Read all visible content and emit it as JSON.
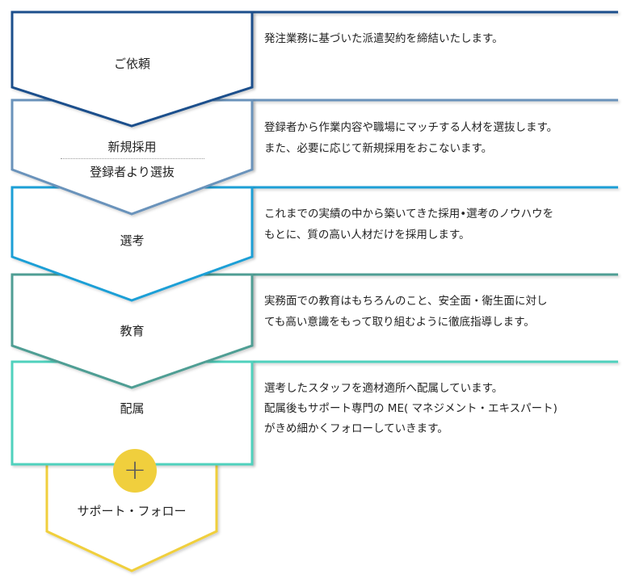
{
  "colors": {
    "step1": "#1a4f8c",
    "step2": "#6a93bb",
    "step3": "#1f9fd6",
    "step4": "#4f9e94",
    "step5": "#4fd1bd",
    "support": "#f0cf3d",
    "plus_icon": "#5a5a5a"
  },
  "steps": [
    {
      "label": "ご依頼",
      "description": [
        "発注業務に基づいた派遣契約を締結いたします。"
      ]
    },
    {
      "label_top": "新規採用",
      "label_bottom": "登録者より選抜",
      "description": [
        "登録者から作業内容や職場にマッチする人材を選抜します。",
        "また、必要に応じて新規採用をおこないます。"
      ]
    },
    {
      "label": "選考",
      "description": [
        "これまでの実績の中から築いてきた採用•選考のノウハウを",
        "もとに、質の高い人材だけを採用します。"
      ]
    },
    {
      "label": "教育",
      "description": [
        "実務面での教育はもちろんのこと、安全面・衛生面に対し",
        "ても高い意識をもって取り組むように徹底指導します。"
      ]
    },
    {
      "label": "配属",
      "description": [
        "選考したスタッフを適材適所へ配属しています。",
        "配属後もサポート専門の ME( マネジメント・エキスパート)",
        "がきめ細かくフォローしていきます。"
      ]
    }
  ],
  "support": {
    "label": "サポート・フォロー",
    "plus_icon": "+"
  }
}
